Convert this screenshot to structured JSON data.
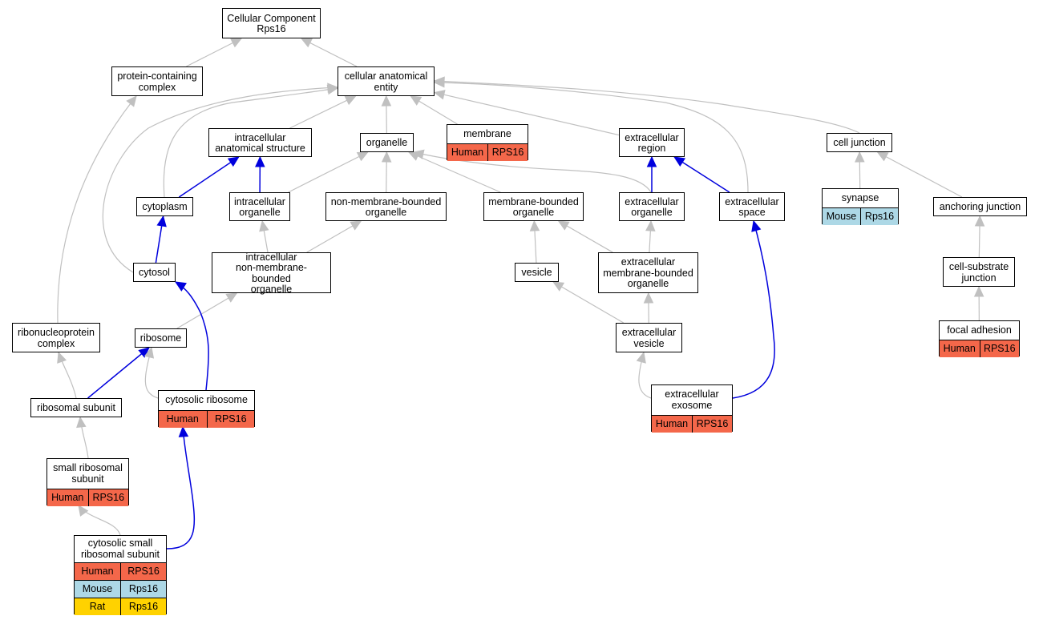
{
  "colors": {
    "human": "#f4674a",
    "mouse": "#add8e6",
    "rat": "#ffd200",
    "edge_is_a": "#c0c0c0",
    "edge_part_of": "#0000dd",
    "border": "#000000"
  },
  "nodes": [
    {
      "id": "cellular-component",
      "label": "Cellular Component\nRps16",
      "annotations": []
    },
    {
      "id": "protein-containing-complex",
      "label": "protein-containing\ncomplex",
      "annotations": []
    },
    {
      "id": "cellular-anatomical-entity",
      "label": "cellular anatomical\nentity",
      "annotations": []
    },
    {
      "id": "intracellular-anatomical-structure",
      "label": "intracellular\nanatomical structure",
      "annotations": []
    },
    {
      "id": "organelle",
      "label": "organelle",
      "annotations": []
    },
    {
      "id": "membrane",
      "label": "membrane",
      "annotations": [
        {
          "species": "Human",
          "gene": "RPS16",
          "color": "human"
        }
      ]
    },
    {
      "id": "extracellular-region",
      "label": "extracellular\nregion",
      "annotations": []
    },
    {
      "id": "cell-junction",
      "label": "cell junction",
      "annotations": []
    },
    {
      "id": "cytoplasm",
      "label": "cytoplasm",
      "annotations": []
    },
    {
      "id": "intracellular-organelle",
      "label": "intracellular\norganelle",
      "annotations": []
    },
    {
      "id": "non-membrane-bounded-organelle",
      "label": "non-membrane-bounded\norganelle",
      "annotations": []
    },
    {
      "id": "membrane-bounded-organelle",
      "label": "membrane-bounded\norganelle",
      "annotations": []
    },
    {
      "id": "extracellular-organelle",
      "label": "extracellular\norganelle",
      "annotations": []
    },
    {
      "id": "extracellular-space",
      "label": "extracellular\nspace",
      "annotations": []
    },
    {
      "id": "synapse",
      "label": "synapse",
      "annotations": [
        {
          "species": "Mouse",
          "gene": "Rps16",
          "color": "mouse"
        }
      ]
    },
    {
      "id": "anchoring-junction",
      "label": "anchoring junction",
      "annotations": []
    },
    {
      "id": "cytosol",
      "label": "cytosol",
      "annotations": []
    },
    {
      "id": "intracellular-non-membrane-bounded-organelle",
      "label": "intracellular\nnon-membrane-bounded\norganelle",
      "annotations": []
    },
    {
      "id": "vesicle",
      "label": "vesicle",
      "annotations": []
    },
    {
      "id": "extracellular-membrane-bounded-organelle",
      "label": "extracellular\nmembrane-bounded\norganelle",
      "annotations": []
    },
    {
      "id": "cell-substrate-junction",
      "label": "cell-substrate\njunction",
      "annotations": []
    },
    {
      "id": "ribonucleoprotein-complex",
      "label": "ribonucleoprotein\ncomplex",
      "annotations": []
    },
    {
      "id": "ribosome",
      "label": "ribosome",
      "annotations": []
    },
    {
      "id": "extracellular-vesicle",
      "label": "extracellular\nvesicle",
      "annotations": []
    },
    {
      "id": "focal-adhesion",
      "label": "focal adhesion",
      "annotations": [
        {
          "species": "Human",
          "gene": "RPS16",
          "color": "human"
        }
      ]
    },
    {
      "id": "ribosomal-subunit",
      "label": "ribosomal subunit",
      "annotations": []
    },
    {
      "id": "cytosolic-ribosome",
      "label": "cytosolic ribosome",
      "annotations": [
        {
          "species": "Human",
          "gene": "RPS16",
          "color": "human"
        }
      ]
    },
    {
      "id": "extracellular-exosome",
      "label": "extracellular\nexosome",
      "annotations": [
        {
          "species": "Human",
          "gene": "RPS16",
          "color": "human"
        }
      ]
    },
    {
      "id": "small-ribosomal-subunit",
      "label": "small ribosomal\nsubunit",
      "annotations": [
        {
          "species": "Human",
          "gene": "RPS16",
          "color": "human"
        }
      ]
    },
    {
      "id": "cytosolic-small-ribosomal-subunit",
      "label": "cytosolic small\nribosomal subunit",
      "annotations": [
        {
          "species": "Human",
          "gene": "RPS16",
          "color": "human"
        },
        {
          "species": "Mouse",
          "gene": "Rps16",
          "color": "mouse"
        },
        {
          "species": "Rat",
          "gene": "Rps16",
          "color": "rat"
        }
      ]
    }
  ],
  "edges": [
    {
      "from": "protein-containing-complex",
      "to": "cellular-component",
      "type": "is_a"
    },
    {
      "from": "cellular-anatomical-entity",
      "to": "cellular-component",
      "type": "is_a"
    },
    {
      "from": "intracellular-anatomical-structure",
      "to": "cellular-anatomical-entity",
      "type": "is_a"
    },
    {
      "from": "organelle",
      "to": "cellular-anatomical-entity",
      "type": "is_a"
    },
    {
      "from": "membrane",
      "to": "cellular-anatomical-entity",
      "type": "is_a"
    },
    {
      "from": "extracellular-region",
      "to": "cellular-anatomical-entity",
      "type": "is_a"
    },
    {
      "from": "cell-junction",
      "to": "cellular-anatomical-entity",
      "type": "is_a"
    },
    {
      "from": "cytoplasm",
      "to": "cellular-anatomical-entity",
      "type": "is_a"
    },
    {
      "from": "cytosol",
      "to": "cellular-anatomical-entity",
      "type": "is_a"
    },
    {
      "from": "extracellular-space",
      "to": "cellular-anatomical-entity",
      "type": "is_a"
    },
    {
      "from": "cytoplasm",
      "to": "intracellular-anatomical-structure",
      "type": "part_of"
    },
    {
      "from": "intracellular-organelle",
      "to": "intracellular-anatomical-structure",
      "type": "part_of"
    },
    {
      "from": "intracellular-organelle",
      "to": "organelle",
      "type": "is_a"
    },
    {
      "from": "non-membrane-bounded-organelle",
      "to": "organelle",
      "type": "is_a"
    },
    {
      "from": "membrane-bounded-organelle",
      "to": "organelle",
      "type": "is_a"
    },
    {
      "from": "extracellular-organelle",
      "to": "organelle",
      "type": "is_a"
    },
    {
      "from": "extracellular-organelle",
      "to": "extracellular-region",
      "type": "part_of"
    },
    {
      "from": "extracellular-space",
      "to": "extracellular-region",
      "type": "part_of"
    },
    {
      "from": "synapse",
      "to": "cell-junction",
      "type": "is_a"
    },
    {
      "from": "anchoring-junction",
      "to": "cell-junction",
      "type": "is_a"
    },
    {
      "from": "cytosol",
      "to": "cytoplasm",
      "type": "part_of"
    },
    {
      "from": "intracellular-non-membrane-bounded-organelle",
      "to": "intracellular-organelle",
      "type": "is_a"
    },
    {
      "from": "intracellular-non-membrane-bounded-organelle",
      "to": "non-membrane-bounded-organelle",
      "type": "is_a"
    },
    {
      "from": "vesicle",
      "to": "membrane-bounded-organelle",
      "type": "is_a"
    },
    {
      "from": "extracellular-membrane-bounded-organelle",
      "to": "membrane-bounded-organelle",
      "type": "is_a"
    },
    {
      "from": "extracellular-membrane-bounded-organelle",
      "to": "extracellular-organelle",
      "type": "is_a"
    },
    {
      "from": "cell-substrate-junction",
      "to": "anchoring-junction",
      "type": "is_a"
    },
    {
      "from": "ribonucleoprotein-complex",
      "to": "protein-containing-complex",
      "type": "is_a"
    },
    {
      "from": "ribosome",
      "to": "intracellular-non-membrane-bounded-organelle",
      "type": "is_a"
    },
    {
      "from": "extracellular-vesicle",
      "to": "vesicle",
      "type": "is_a"
    },
    {
      "from": "extracellular-vesicle",
      "to": "extracellular-membrane-bounded-organelle",
      "type": "is_a"
    },
    {
      "from": "focal-adhesion",
      "to": "cell-substrate-junction",
      "type": "is_a"
    },
    {
      "from": "ribosomal-subunit",
      "to": "ribonucleoprotein-complex",
      "type": "is_a"
    },
    {
      "from": "ribosomal-subunit",
      "to": "ribosome",
      "type": "part_of"
    },
    {
      "from": "cytosolic-ribosome",
      "to": "ribosome",
      "type": "is_a"
    },
    {
      "from": "cytosolic-ribosome",
      "to": "cytosol",
      "type": "part_of"
    },
    {
      "from": "extracellular-exosome",
      "to": "extracellular-vesicle",
      "type": "is_a"
    },
    {
      "from": "extracellular-exosome",
      "to": "extracellular-space",
      "type": "part_of"
    },
    {
      "from": "small-ribosomal-subunit",
      "to": "ribosomal-subunit",
      "type": "is_a"
    },
    {
      "from": "cytosolic-small-ribosomal-subunit",
      "to": "small-ribosomal-subunit",
      "type": "is_a"
    },
    {
      "from": "cytosolic-small-ribosomal-subunit",
      "to": "cytosolic-ribosome",
      "type": "part_of"
    }
  ]
}
